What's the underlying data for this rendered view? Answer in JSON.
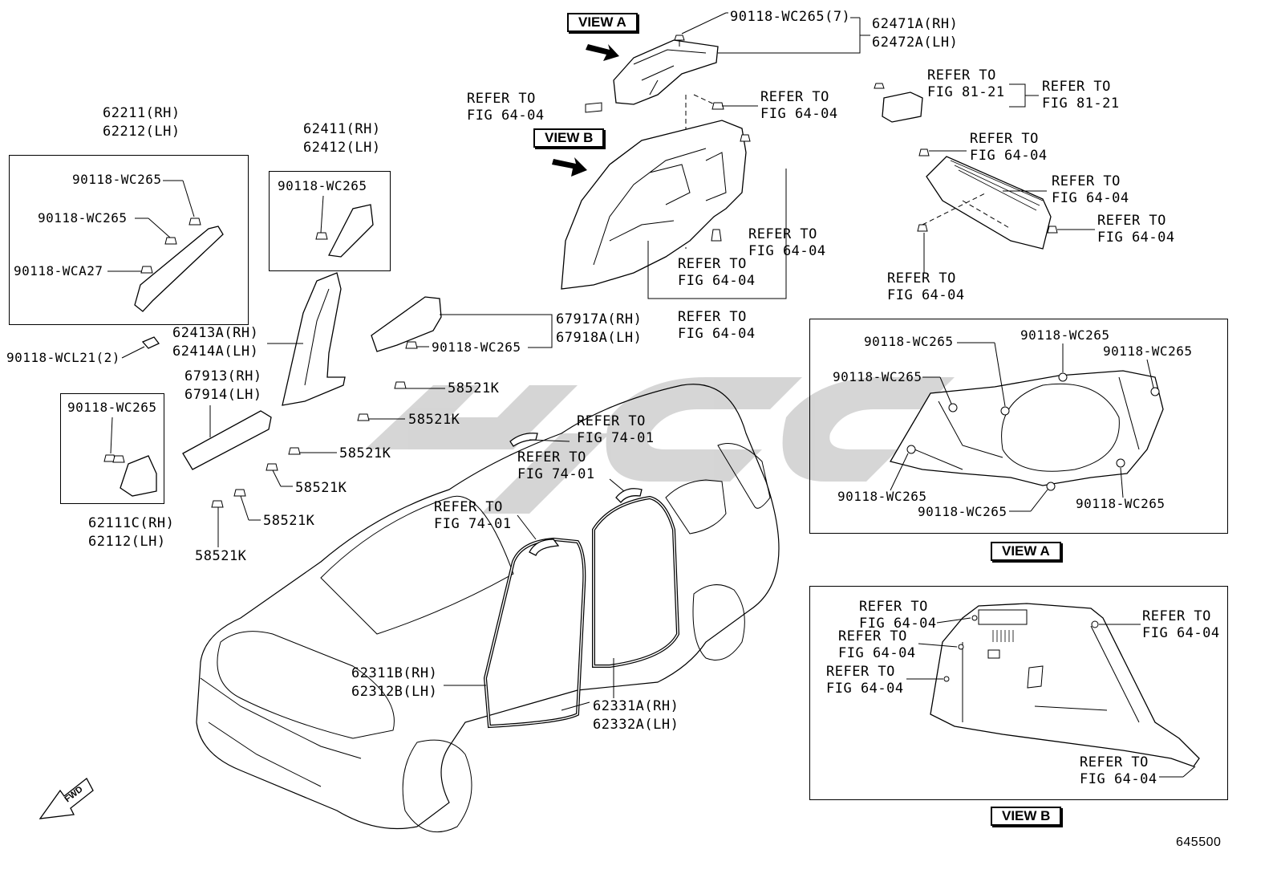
{
  "diagram_id": "645500",
  "views": {
    "view_a": "VIEW A",
    "view_b": "VIEW B"
  },
  "labels": {
    "top_clip_qty": "90118-WC265(7)",
    "rear_trim_rh": "62471A(RH)",
    "rear_trim_lh": "62472A(LH)",
    "refer_64_04": "REFER TO",
    "fig_64_04": "FIG 64-04",
    "refer_81_21a": "REFER TO",
    "fig_81_21a": "FIG 81-21",
    "refer_81_21b": "REFER TO",
    "fig_81_21b": "FIG 81-21",
    "fig_74_01": "FIG 74-01",
    "a_pillar_rh": "62211(RH)",
    "a_pillar_lh": "62212(LH)",
    "clip_wc265": "90118-WC265",
    "clip_wca27": "90118-WCA27",
    "clip_wcl21": "90118-WCL21(2)",
    "b_pillar_upper_rh": "62411(RH)",
    "b_pillar_upper_lh": "62412(LH)",
    "b_pillar_lower_rh": "62413A(RH)",
    "b_pillar_lower_lh": "62414A(LH)",
    "scuff_rear_rh": "67917A(RH)",
    "scuff_rear_lh": "67918A(LH)",
    "scuff_front_rh": "67913(RH)",
    "scuff_front_lh": "67914(LH)",
    "cowl_side_rh": "62111C(RH)",
    "cowl_side_lh": "62112(LH)",
    "clip_58521k": "58521K",
    "weather_front_rh": "62311B(RH)",
    "weather_front_lh": "62312B(LH)",
    "weather_rear_rh": "62331A(RH)",
    "weather_rear_lh": "62332A(LH)",
    "fwd": "FWD"
  }
}
